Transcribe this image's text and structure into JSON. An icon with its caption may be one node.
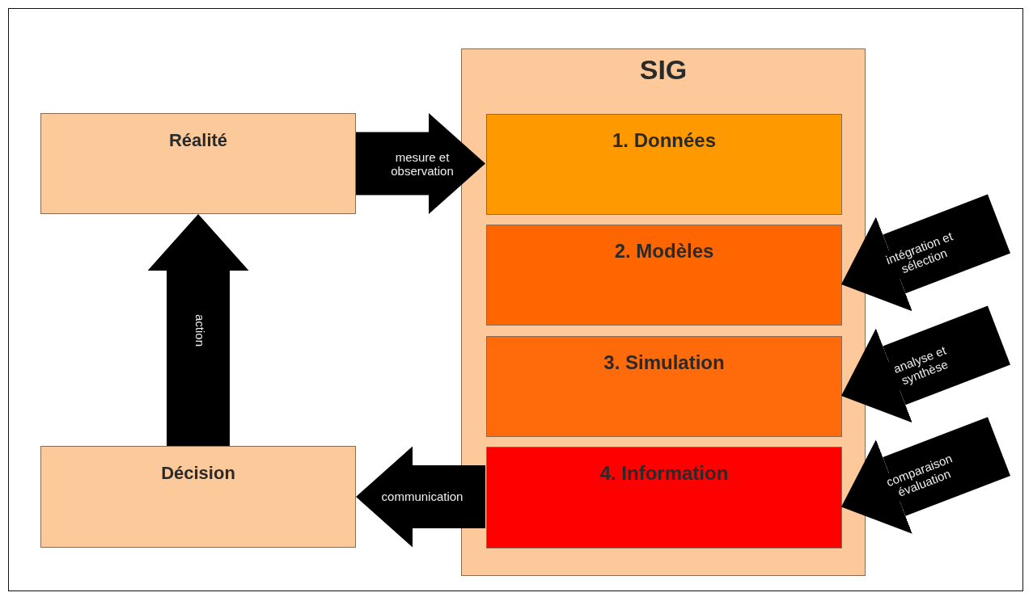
{
  "diagram": {
    "nodes": [
      {
        "text": [
          "Réalité"
        ]
      },
      {
        "text": [
          "SIG"
        ]
      },
      {
        "text": [
          "1. Données"
        ],
        "in": 1
      },
      {
        "text": [
          "2. Modèles"
        ],
        "in": 1
      },
      {
        "text": [
          "3. Simulation"
        ],
        "in": 1
      },
      {
        "text": [
          "4. Information"
        ],
        "in": 1
      },
      {
        "text": [
          "Décision"
        ]
      }
    ],
    "edges": [
      {
        "from": 0,
        "to": 2,
        "arrow": "to",
        "label": "mesure et observation"
      },
      {
        "from": null,
        "to": 3,
        "arrow": "to",
        "label": "intégration et sélection"
      },
      {
        "from": null,
        "to": 4,
        "arrow": "to",
        "label": "analyse et synthèse"
      },
      {
        "from": null,
        "to": 5,
        "arrow": "to",
        "label": "comparaison évaluation"
      },
      {
        "from": 5,
        "to": 6,
        "arrow": "to",
        "label": "communication"
      },
      {
        "from": 6,
        "to": 0,
        "arrow": "to",
        "label": "action"
      }
    ]
  }
}
